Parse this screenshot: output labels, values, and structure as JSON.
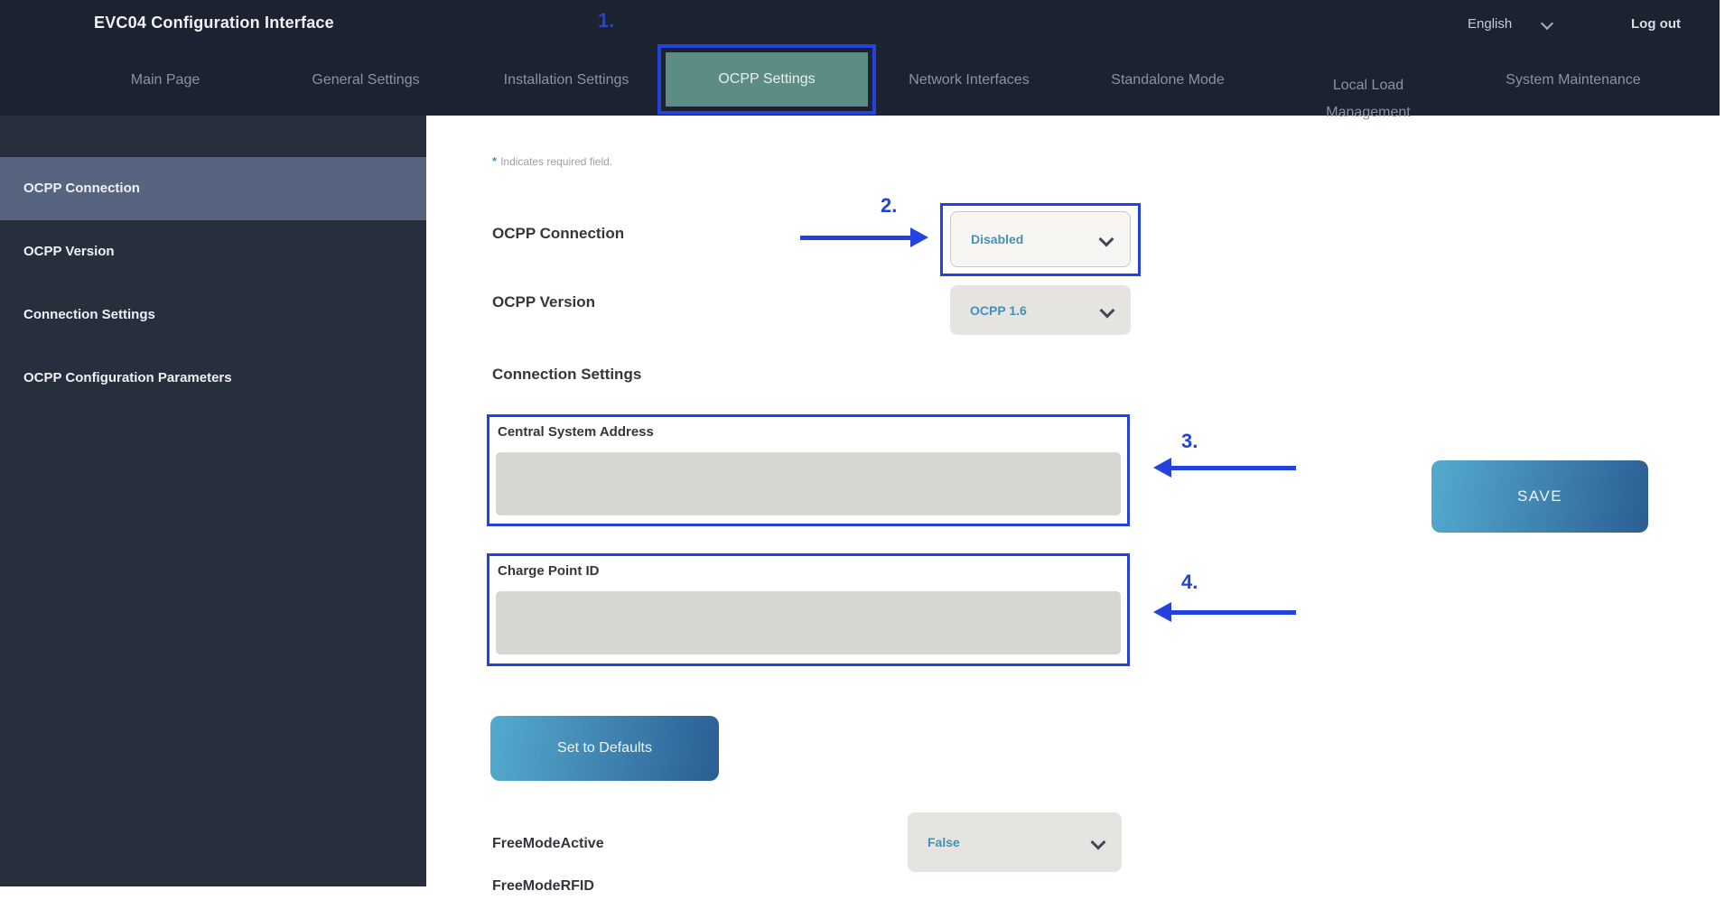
{
  "header": {
    "title": "EVC04 Configuration Interface",
    "language": "English",
    "logout_label": "Log out",
    "tabs": [
      {
        "label": "Main Page",
        "active": false
      },
      {
        "label": "General Settings",
        "active": false
      },
      {
        "label": "Installation Settings",
        "active": false
      },
      {
        "label": "OCPP Settings",
        "active": true
      },
      {
        "label": "Network Interfaces",
        "active": false
      },
      {
        "label": "Standalone Mode",
        "active": false
      },
      {
        "label": "Local Load Management",
        "active": false
      },
      {
        "label": "System Maintenance",
        "active": false
      }
    ]
  },
  "sidebar": {
    "items": [
      {
        "label": "OCPP Connection",
        "selected": true
      },
      {
        "label": "OCPP Version",
        "selected": false
      },
      {
        "label": "Connection Settings",
        "selected": false
      },
      {
        "label": "OCPP Configuration Parameters",
        "selected": false
      }
    ]
  },
  "main": {
    "required_star": "*",
    "required_note": "Indicates required field.",
    "ocpp_connection": {
      "label": "OCPP Connection",
      "value": "Disabled"
    },
    "ocpp_version": {
      "label": "OCPP Version",
      "value": "OCPP 1.6"
    },
    "connection_settings_heading": "Connection Settings",
    "central_system_address": {
      "label": "Central System Address",
      "value": ""
    },
    "charge_point_id": {
      "label": "Charge Point ID",
      "value": ""
    },
    "free_mode_active": {
      "label": "FreeModeActive",
      "value": "False"
    },
    "free_mode_rfid": {
      "label": "FreeModeRFID"
    },
    "buttons": {
      "save": "SAVE",
      "set_to_defaults": "Set to Defaults"
    }
  },
  "annotations": {
    "steps": [
      "1.",
      "2.",
      "3.",
      "4."
    ]
  },
  "colors": {
    "annotation_blue": "#2443de",
    "active_tab_teal": "#5c8c84",
    "header_dark": "#1c2230",
    "sidebar_dark": "#272e3c",
    "sidebar_selected": "#57647f",
    "dropdown_text_blue": "#4590ba",
    "input_gray": "#d8d6d1",
    "button_gradient_start": "#54abce",
    "button_gradient_end": "#2b5e94"
  }
}
